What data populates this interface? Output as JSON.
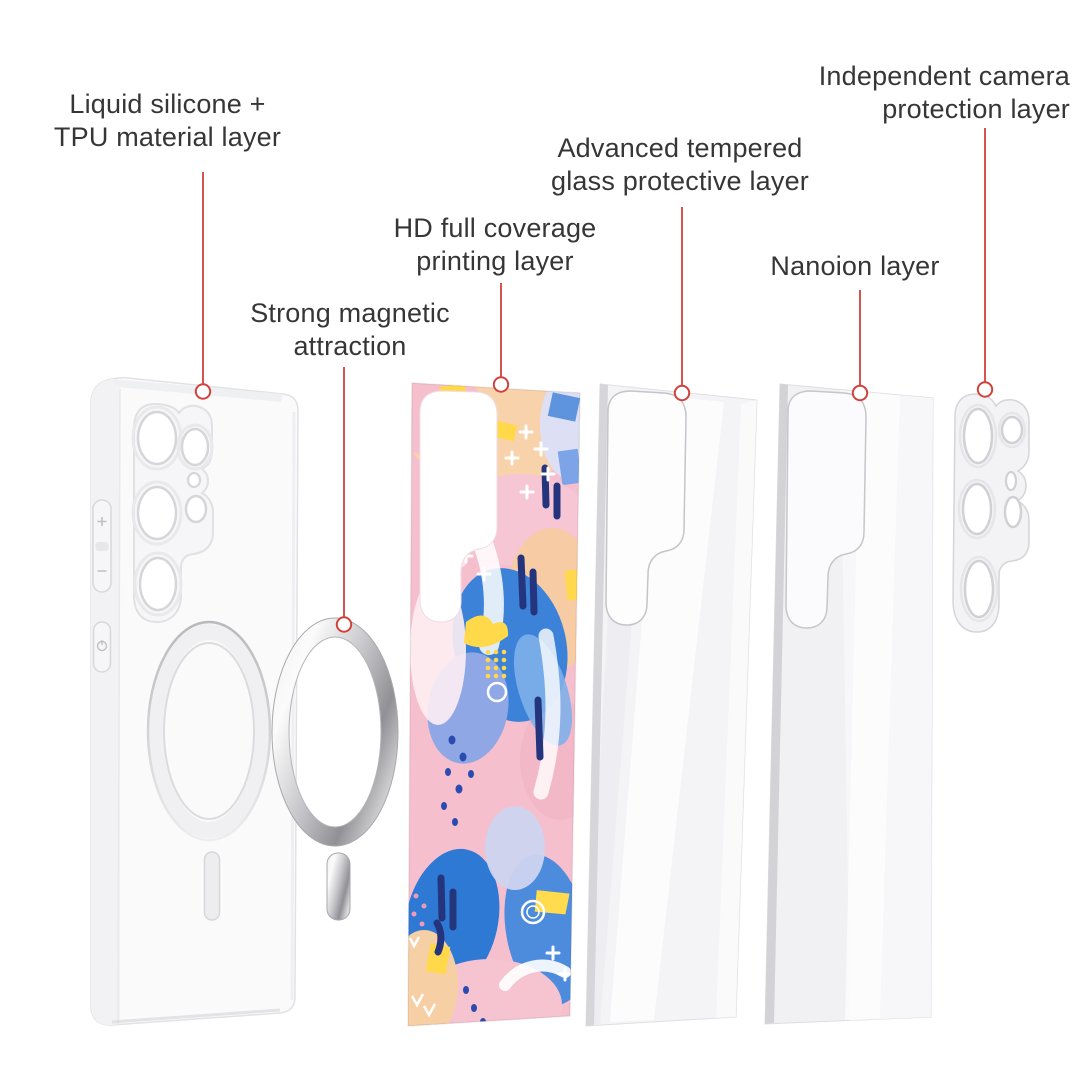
{
  "diagram": {
    "kind": "exploded-view-product-diagram",
    "subject": "phone case layer structure"
  },
  "labels": [
    {
      "id": "liquid-silicone",
      "text": "Liquid silicone +\nTPU material layer"
    },
    {
      "id": "magnetic",
      "text": "Strong magnetic\nattraction"
    },
    {
      "id": "printing",
      "text": "HD full coverage\nprinting layer"
    },
    {
      "id": "tempered-glass",
      "text": "Advanced tempered\nglass protective layer"
    },
    {
      "id": "nanoion",
      "text": "Nanoion layer"
    },
    {
      "id": "camera",
      "text": "Independent camera\nprotection layer"
    }
  ],
  "colors": {
    "background": "#ffffff",
    "leader_red": "#d0423b",
    "label_text": "#363636",
    "case_white": "#fafafb",
    "metal_silver": "#c4c4c8",
    "print_pink": "#f5bfce",
    "print_peach": "#f8d2ab",
    "print_blue": "#3b82d8",
    "print_yellow": "#ffd94a",
    "print_navy": "#24357e"
  }
}
